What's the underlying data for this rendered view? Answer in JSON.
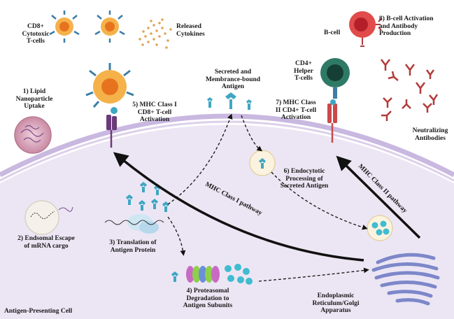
{
  "labels": {
    "cd8_cells": "CD8+\nCytotoxic\nT-cells",
    "released_cytokines": "Released\nCytokines",
    "b_cell": "B-cell",
    "b_cell_activation": "8) B-cell Activation\nand Antibody\nProduction",
    "cd4_helper": "CD4+\nHelper\nT-cells",
    "lnp_uptake": "1) Lipid\nNanoparticle\nUptake",
    "mhc1_activation": "5) MHC Class I\nCD8+ T-cell\nActivation",
    "secreted_antigen": "Secreted and\nMembrance-bound\nAntigen",
    "mhc2_activation": "7) MHC Class\nII CD4+ T-cell\nActivation",
    "neutralizing_antibodies": "Neutralizing\nAntibodies",
    "endocytotic": "6) Endocytotic\nProcessing of\nSecreted Antigen",
    "endosomal_escape": "2) Endsomal Escape\nof mRNA cargo",
    "translation": "3) Translation of\nAntigen Protein",
    "proteasomal": "4) Proteasomal\nDegradation to\nAntigen Subunits",
    "er_golgi": "Endoplasmic\nReticulum/Golgi\nApparatus",
    "apc": "Antigen-Presenting Cell",
    "mhc1_pathway": "MHC Class I pathway",
    "mhc2_pathway": "MHC Class II pathway"
  },
  "colors": {
    "cell_fill": "#ece6f4",
    "membrane": "#c9b8e0",
    "t_cell_outer": "#f5b24a",
    "t_cell_inner": "#e8731f",
    "tcr": "#3d7ea6",
    "helper_outer": "#2f7a64",
    "helper_inner": "#163f33",
    "b_cell_outer": "#e24b4b",
    "b_cell_inner": "#b51f2a",
    "antibody": "#b23a3a",
    "antigen": "#3fa7c2",
    "mhc1": "#6b3a7a",
    "mhc2": "#c94a4a",
    "arrow": "#111111"
  }
}
